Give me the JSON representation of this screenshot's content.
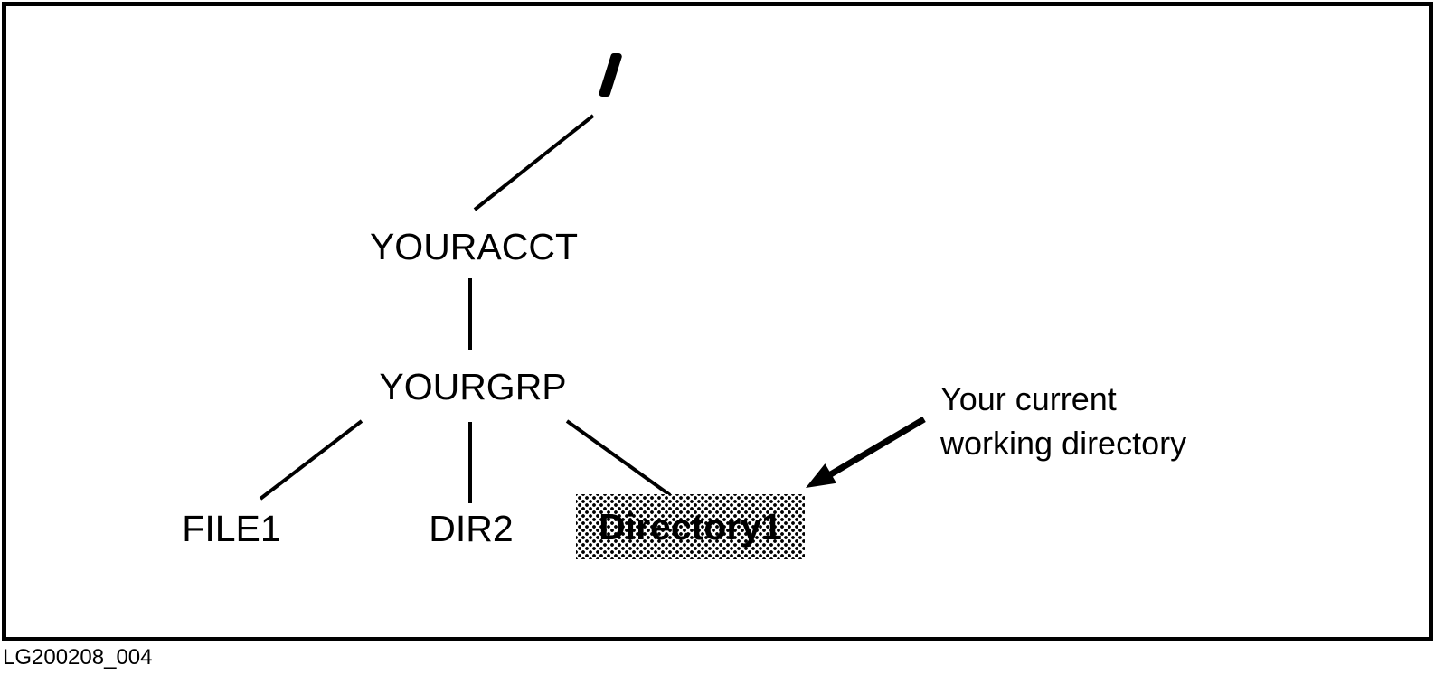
{
  "figure": {
    "caption": "LG200208_004",
    "colors": {
      "ink": "#000000",
      "paper": "#ffffff"
    },
    "tree": {
      "root": {
        "label": "/"
      },
      "nodes": [
        {
          "id": "youracct",
          "label": "YOURACCT",
          "level": 1,
          "parent": "/"
        },
        {
          "id": "yourgrp",
          "label": "YOURGRP",
          "level": 2,
          "parent": "YOURACCT"
        },
        {
          "id": "file1",
          "label": "FILE1",
          "level": 3,
          "parent": "YOURGRP"
        },
        {
          "id": "dir2",
          "label": "DIR2",
          "level": 3,
          "parent": "YOURGRP"
        },
        {
          "id": "directory1",
          "label": "Directory1",
          "level": 3,
          "parent": "YOURGRP",
          "highlighted": true
        }
      ]
    },
    "annotation": {
      "line1": "Your current",
      "line2": "working directory",
      "points_to": "Directory1"
    }
  }
}
